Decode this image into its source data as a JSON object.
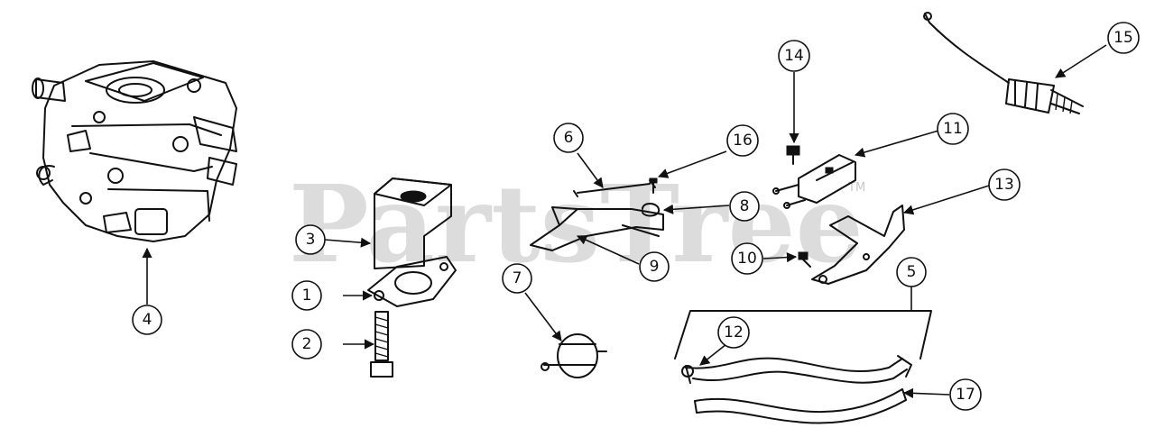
{
  "watermark": {
    "text": "PartsTree",
    "trademark": "TM"
  },
  "callouts": [
    {
      "id": "c1",
      "label": "1"
    },
    {
      "id": "c2",
      "label": "2"
    },
    {
      "id": "c3",
      "label": "3"
    },
    {
      "id": "c4",
      "label": "4"
    },
    {
      "id": "c5",
      "label": "5"
    },
    {
      "id": "c6",
      "label": "6"
    },
    {
      "id": "c7",
      "label": "7"
    },
    {
      "id": "c8",
      "label": "8"
    },
    {
      "id": "c9",
      "label": "9"
    },
    {
      "id": "c10",
      "label": "10"
    },
    {
      "id": "c11",
      "label": "11"
    },
    {
      "id": "c12",
      "label": "12"
    },
    {
      "id": "c13",
      "label": "13"
    },
    {
      "id": "c14",
      "label": "14"
    },
    {
      "id": "c15",
      "label": "15"
    },
    {
      "id": "c16",
      "label": "16"
    },
    {
      "id": "c17",
      "label": "17"
    }
  ]
}
